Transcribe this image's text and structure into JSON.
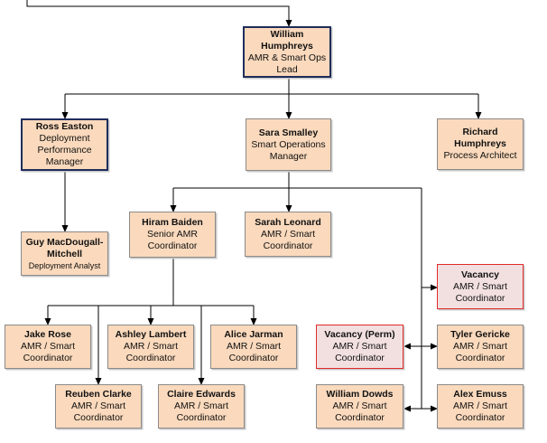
{
  "nodes": {
    "william_humphreys": {
      "name": "William Humphreys",
      "role": "AMR & Smart Ops Lead"
    },
    "ross_easton": {
      "name": "Ross Easton",
      "role": "Deployment Performance Manager"
    },
    "sara_smalley": {
      "name": "Sara Smalley",
      "role": "Smart Operations Manager"
    },
    "richard_humphreys": {
      "name": "Richard Humphreys",
      "role": "Process Architect"
    },
    "guy_macdougall_mitchell": {
      "name": "Guy MacDougall-Mitchell",
      "role": "Deployment Analyst"
    },
    "hiram_baiden": {
      "name": "Hiram Baiden",
      "role": "Senior AMR Coordinator"
    },
    "sarah_leonard": {
      "name": "Sarah Leonard",
      "role": "AMR / Smart Coordinator"
    },
    "vacancy": {
      "name": "Vacancy",
      "role": "AMR / Smart Coordinator"
    },
    "jake_rose": {
      "name": "Jake Rose",
      "role": "AMR / Smart Coordinator"
    },
    "ashley_lambert": {
      "name": "Ashley Lambert",
      "role": "AMR / Smart Coordinator"
    },
    "alice_jarman": {
      "name": "Alice Jarman",
      "role": "AMR / Smart Coordinator"
    },
    "vacancy_perm": {
      "name": "Vacancy (Perm)",
      "role": "AMR / Smart Coordinator"
    },
    "tyler_gericke": {
      "name": "Tyler Gericke",
      "role": "AMR / Smart Coordinator"
    },
    "reuben_clarke": {
      "name": "Reuben Clarke",
      "role": "AMR / Smart Coordinator"
    },
    "claire_edwards": {
      "name": "Claire Edwards",
      "role": "AMR / Smart Coordinator"
    },
    "william_dowds": {
      "name": "William Dowds",
      "role": "AMR / Smart Coordinator"
    },
    "alex_emuss": {
      "name": "Alex Emuss",
      "role": "AMR / Smart Coordinator"
    }
  }
}
